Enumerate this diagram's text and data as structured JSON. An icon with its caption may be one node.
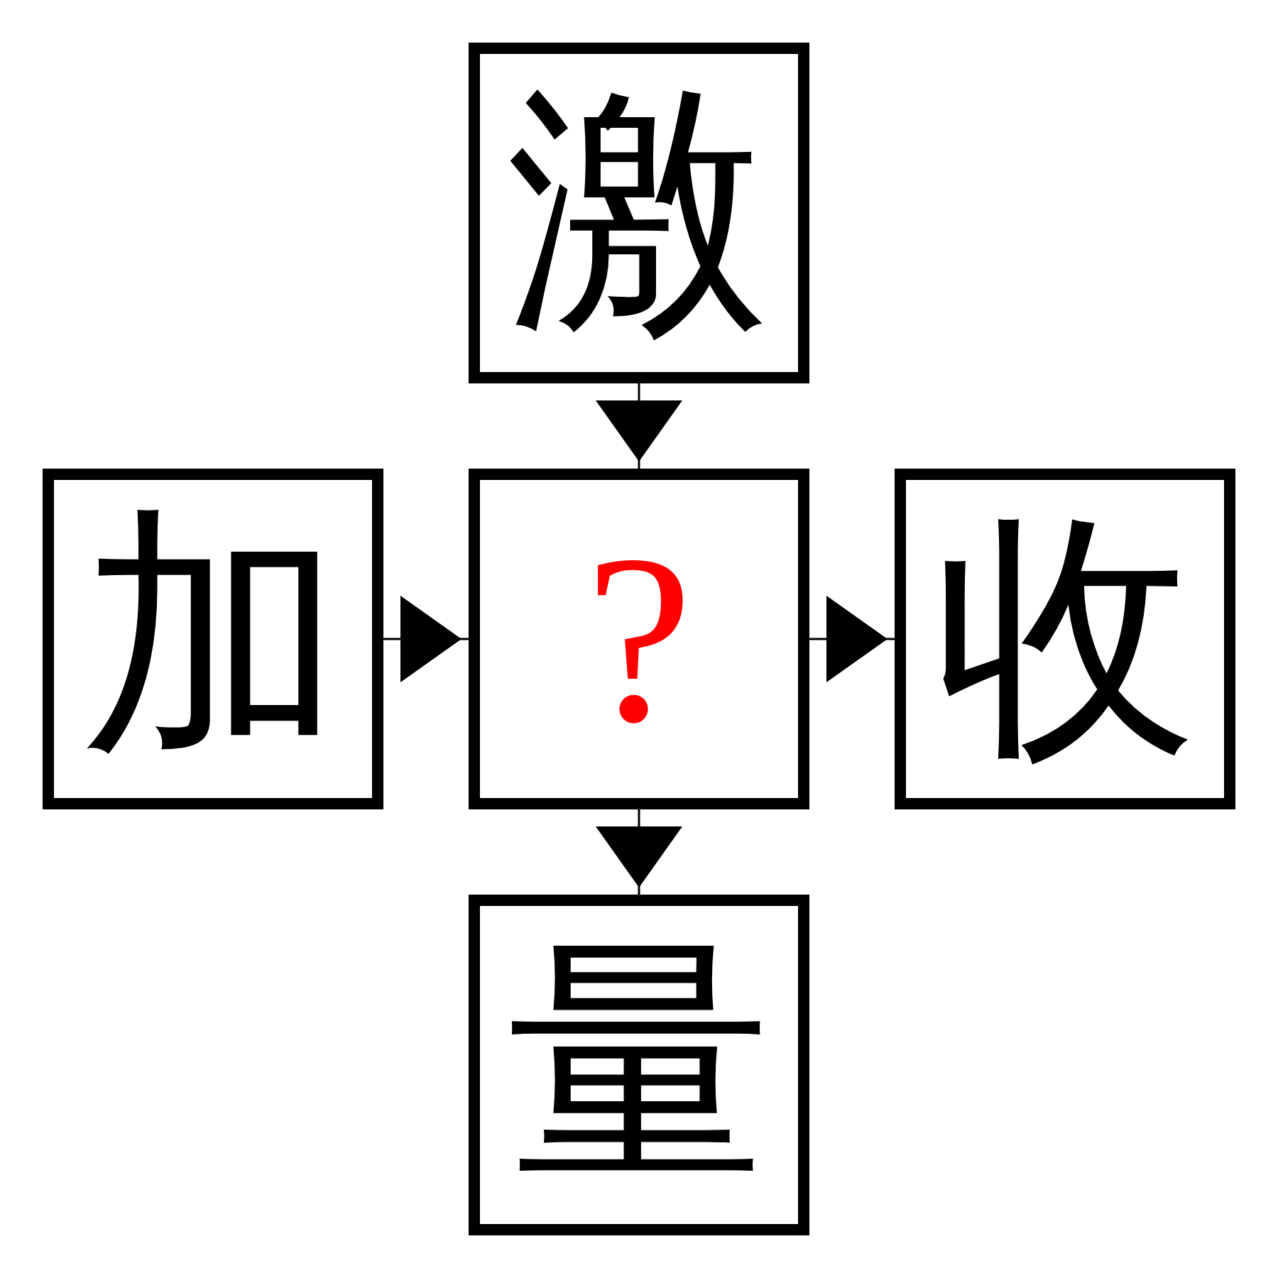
{
  "diagram": {
    "nodes": [
      {
        "text": [
          "激"
        ]
      },
      {
        "text": [
          "加"
        ]
      },
      {
        "text": [
          "?"
        ]
      },
      {
        "text": [
          "收"
        ]
      },
      {
        "text": [
          "量"
        ]
      }
    ],
    "edges": [
      {
        "from": 0,
        "to": 2,
        "arrow": "to"
      },
      {
        "from": 1,
        "to": 2,
        "arrow": "to"
      },
      {
        "from": 2,
        "to": 3,
        "arrow": "to"
      },
      {
        "from": 2,
        "to": 4,
        "arrow": "to"
      }
    ]
  }
}
